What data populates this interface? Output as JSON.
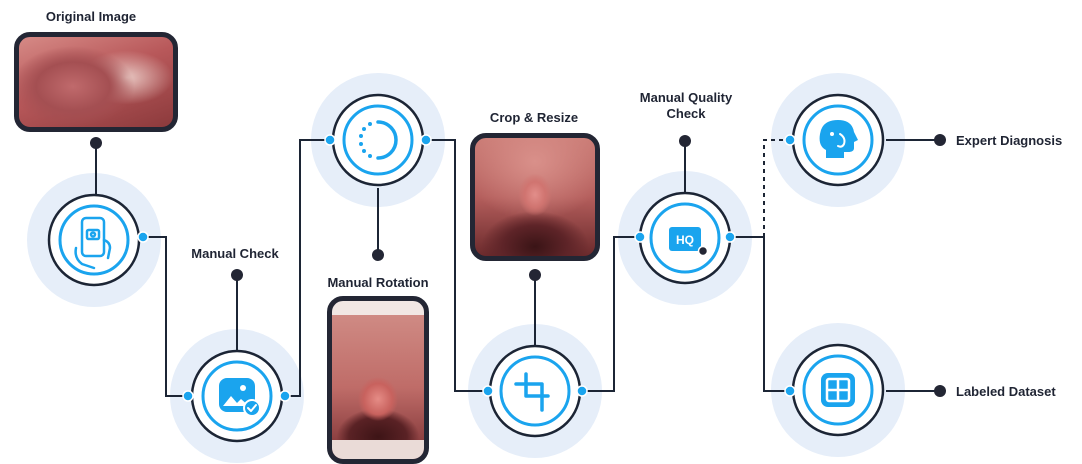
{
  "colors": {
    "accent": "#1aa4ee",
    "ring": "#1c2535",
    "halo": "#e6eef9",
    "dark": "#232634"
  },
  "nodes": [
    {
      "id": "capture",
      "icon": "phone-camera-icon"
    },
    {
      "id": "manual-check",
      "icon": "image-check-icon"
    },
    {
      "id": "rotation",
      "icon": "rotation-circle-icon"
    },
    {
      "id": "crop",
      "icon": "crop-icon"
    },
    {
      "id": "quality",
      "icon": "hq-badge-icon"
    },
    {
      "id": "expert",
      "icon": "doctor-head-icon"
    },
    {
      "id": "dataset",
      "icon": "grid-dataset-icon"
    }
  ],
  "labels": {
    "original_image": "Original Image",
    "manual_check": "Manual Check",
    "manual_rotation": "Manual Rotation",
    "crop_resize": "Crop & Resize",
    "manual_quality_line1": "Manual Quality",
    "manual_quality_line2": "Check",
    "expert_diagnosis": "Expert Diagnosis",
    "labeled_dataset": "Labeled Dataset",
    "hq_badge": "HQ"
  }
}
